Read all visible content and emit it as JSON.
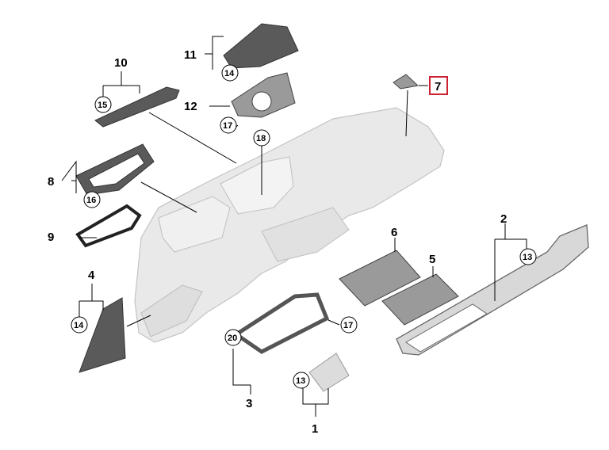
{
  "callouts": [
    {
      "id": "c1",
      "label": "1"
    },
    {
      "id": "c2",
      "label": "2"
    },
    {
      "id": "c3",
      "label": "3"
    },
    {
      "id": "c4",
      "label": "4"
    },
    {
      "id": "c5",
      "label": "5"
    },
    {
      "id": "c6",
      "label": "6"
    },
    {
      "id": "c7",
      "label": "7",
      "highlighted": true
    },
    {
      "id": "c8",
      "label": "8"
    },
    {
      "id": "c9",
      "label": "9"
    },
    {
      "id": "c10",
      "label": "10"
    },
    {
      "id": "c11",
      "label": "11"
    },
    {
      "id": "c12",
      "label": "12"
    }
  ],
  "sub_callouts": [
    {
      "id": "s13a",
      "label": "13"
    },
    {
      "id": "s13b",
      "label": "13"
    },
    {
      "id": "s14a",
      "label": "14"
    },
    {
      "id": "s14b",
      "label": "14"
    },
    {
      "id": "s15",
      "label": "15"
    },
    {
      "id": "s16",
      "label": "16"
    },
    {
      "id": "s17a",
      "label": "17"
    },
    {
      "id": "s17b",
      "label": "17"
    },
    {
      "id": "s18",
      "label": "18"
    },
    {
      "id": "s20",
      "label": "20"
    }
  ],
  "colors": {
    "highlight": "#cc2233",
    "part_dark": "#5a5a5a",
    "dashboard": "#e9e9e9"
  }
}
